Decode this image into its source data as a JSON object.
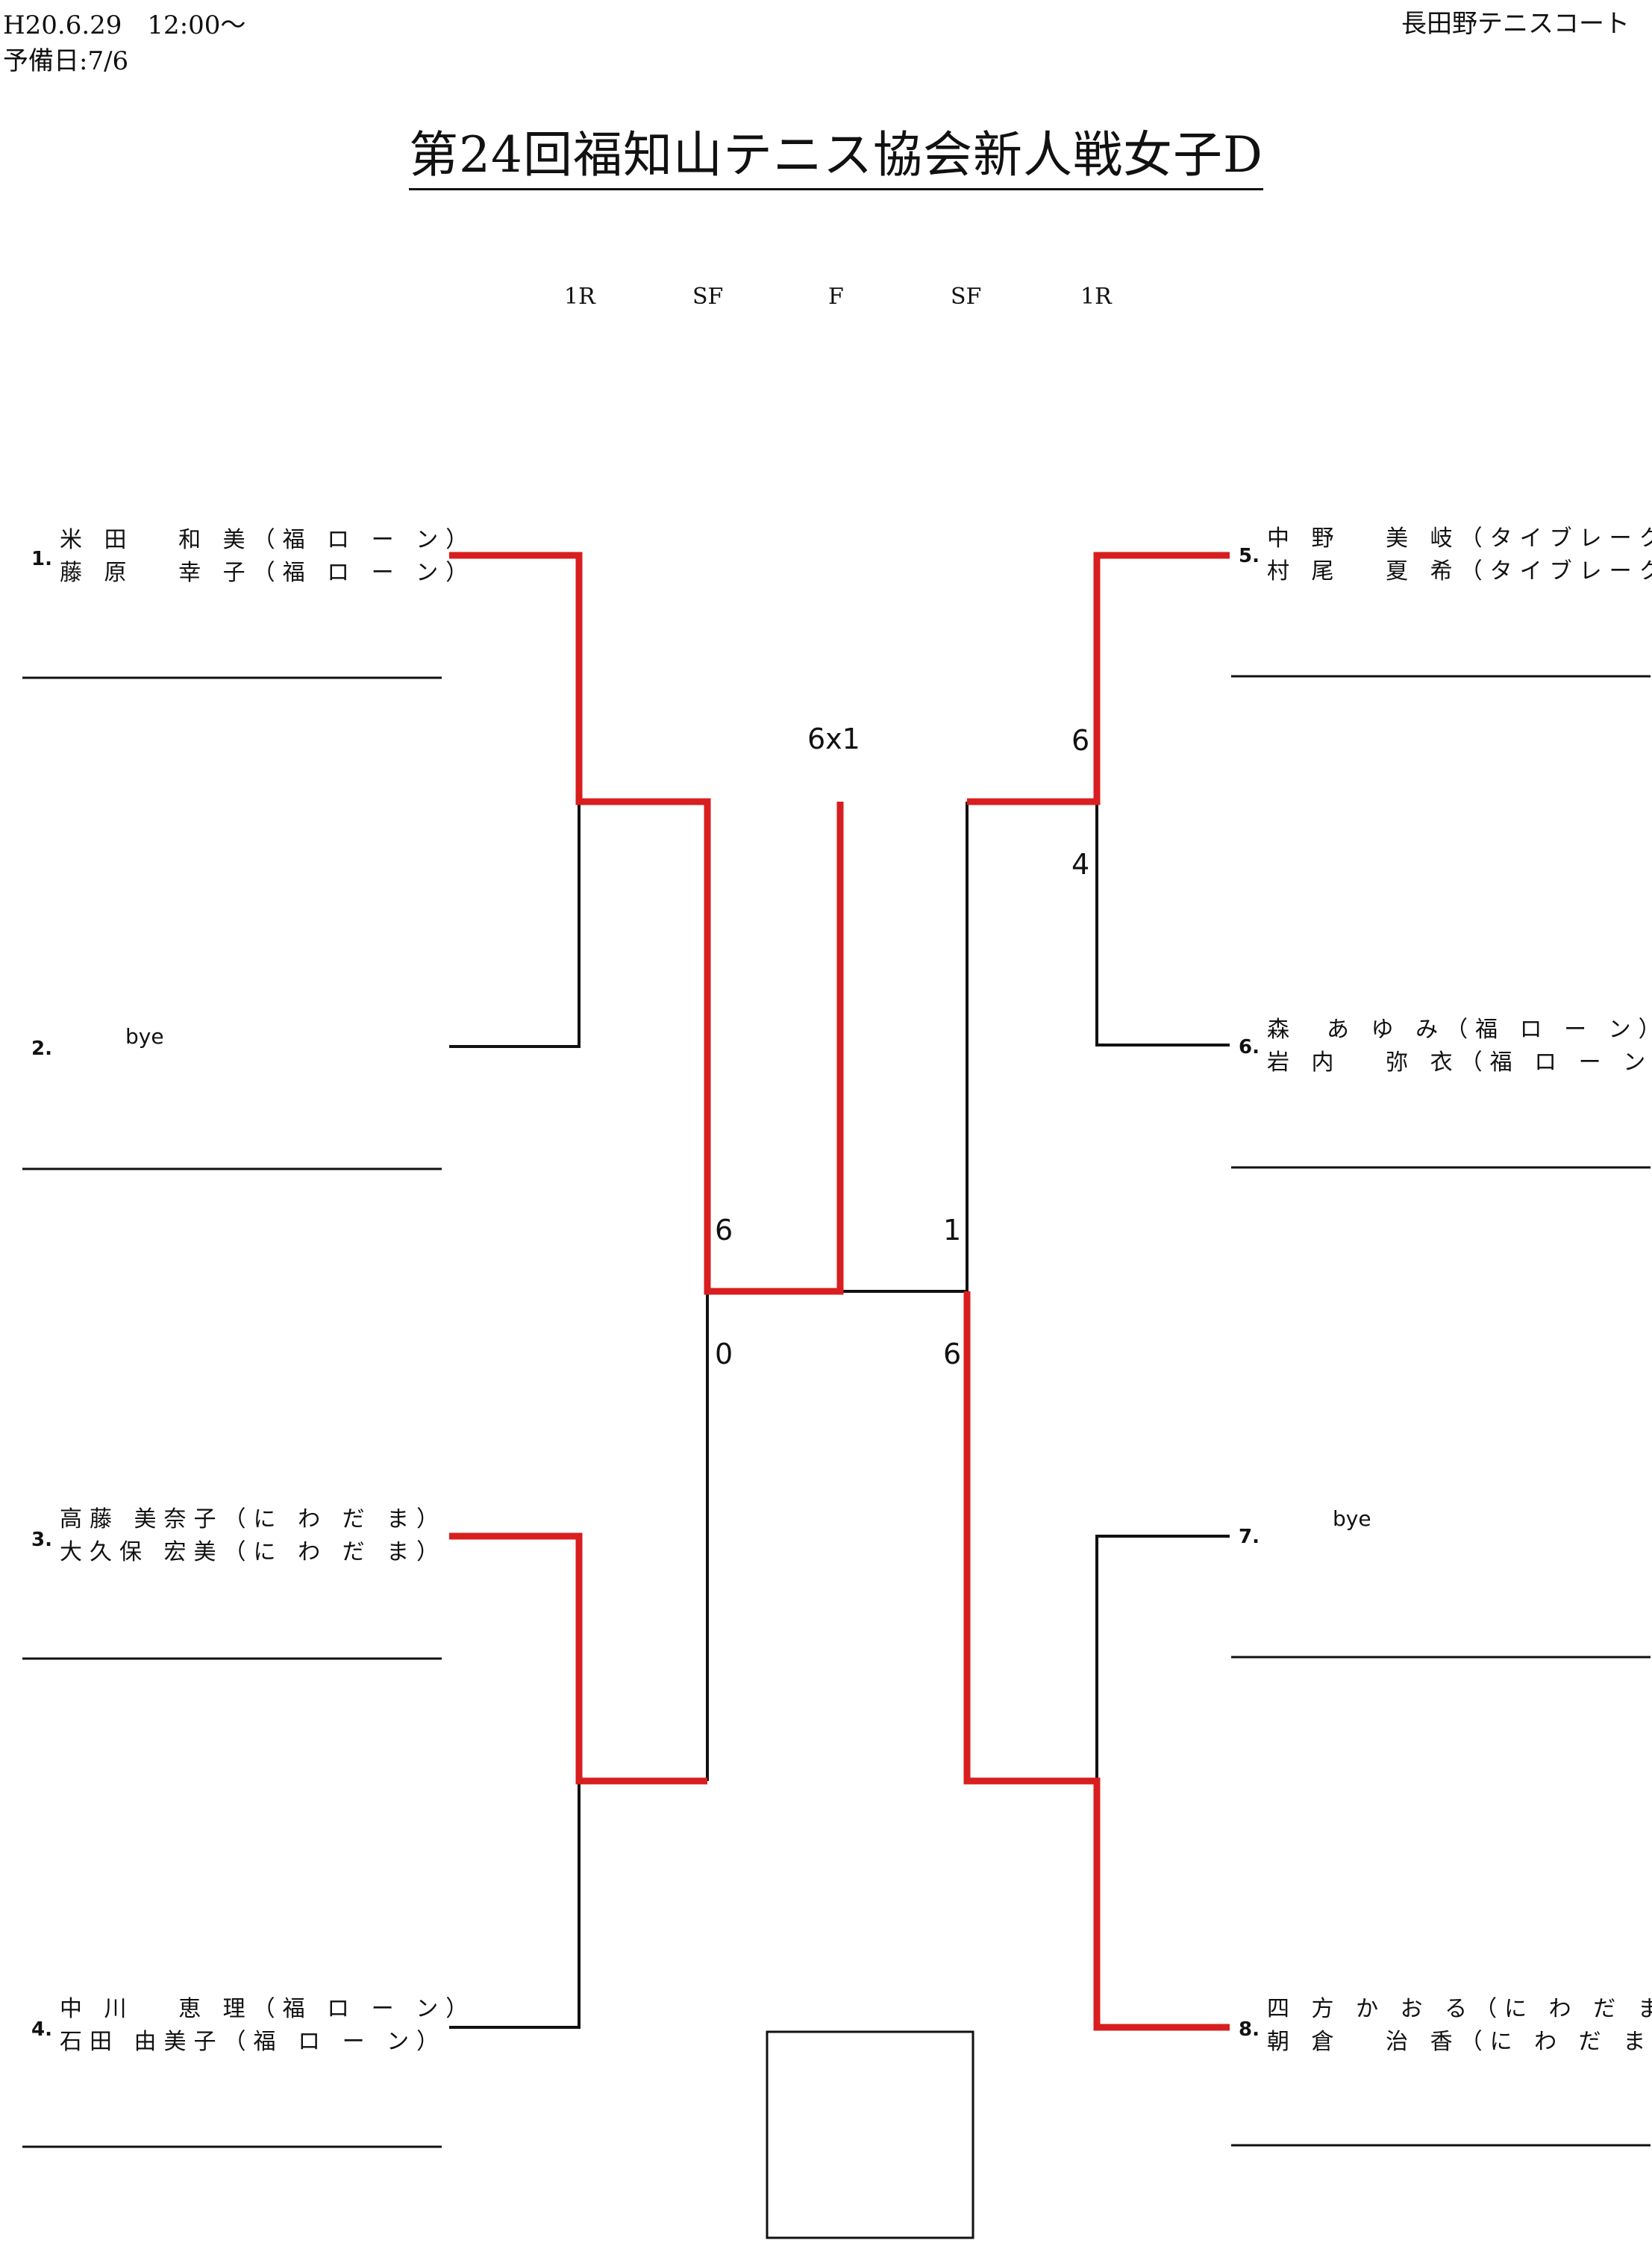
{
  "header": {
    "date_time": "H20.6.29　12:00～",
    "reserve_day": "予備日:7/6",
    "venue": "長田野テニスコート"
  },
  "title": "第24回福知山テニス協会新人戦女子D",
  "rounds": [
    "1R",
    "SF",
    "F",
    "SF",
    "1R"
  ],
  "colors": {
    "winner_line": "#d81e1e",
    "bracket_line": "#111111"
  },
  "entries": [
    {
      "seed": "1.",
      "players": [
        "米 田　 和 美（福 ロ ー ン）",
        "藤 原　 幸 子（福 ロ ー ン）"
      ]
    },
    {
      "seed": "2.",
      "bye": "bye"
    },
    {
      "seed": "3.",
      "players": [
        "高藤 美奈子（に わ だ ま）",
        "大久保 宏美（に わ だ ま）"
      ]
    },
    {
      "seed": "4.",
      "players": [
        "中 川　 恵 理（福 ロ ー ン）",
        "石田 由美子（福 ロ ー ン）"
      ]
    },
    {
      "seed": "5.",
      "players": [
        "中 野　 美 岐（タイブレーク）",
        "村 尾　 夏 希（タイブレーク）"
      ]
    },
    {
      "seed": "6.",
      "players": [
        "森　あ ゆ み（福 ロ ー ン）",
        "岩 内　 弥 衣（福 ロ ー ン）"
      ]
    },
    {
      "seed": "7.",
      "bye": "bye"
    },
    {
      "seed": "8.",
      "players": [
        "四 方 か お る（に わ だ ま）",
        "朝 倉　 治 香（に わ だ ま）"
      ]
    }
  ],
  "scores": {
    "final": "6x1",
    "right_top_sf_winner": "6",
    "right_top_sf_loser": "4",
    "left_semi_top": "6",
    "left_semi_bottom": "0",
    "right_semi_top": "1",
    "right_semi_bottom": "6"
  }
}
